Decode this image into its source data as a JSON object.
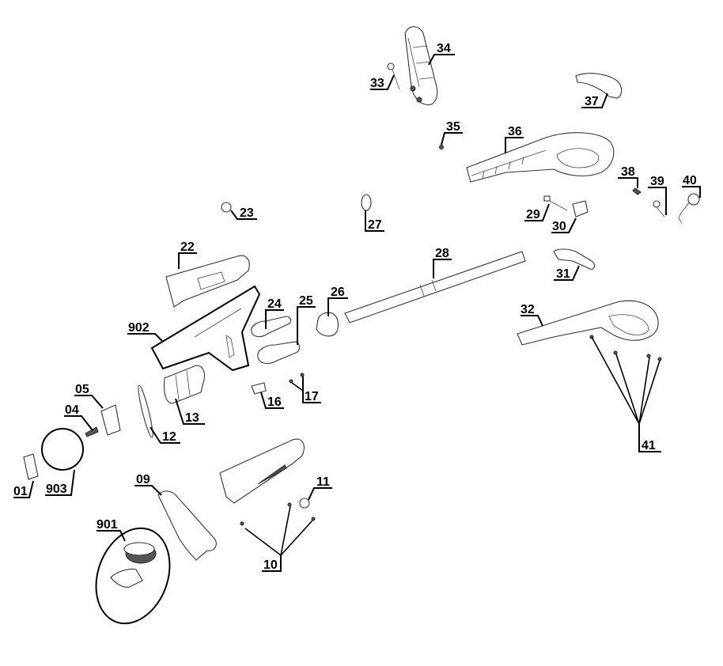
{
  "diagram": {
    "type": "exploded-parts-view",
    "labels": {
      "p01": "01",
      "p04": "04",
      "p05": "05",
      "p09": "09",
      "p10": "10",
      "p11": "11",
      "p12": "12",
      "p13": "13",
      "p16": "16",
      "p17": "17",
      "p22": "22",
      "p23": "23",
      "p24": "24",
      "p25": "25",
      "p26": "26",
      "p27": "27",
      "p28": "28",
      "p29": "29",
      "p30": "30",
      "p31": "31",
      "p32": "32",
      "p33": "33",
      "p34": "34",
      "p35": "35",
      "p36": "36",
      "p37": "37",
      "p38": "38",
      "p39": "39",
      "p40": "40",
      "p41": "41",
      "p901": "901",
      "p902": "902",
      "p903": "903"
    },
    "line_color": "#000000",
    "background": "#ffffff"
  }
}
